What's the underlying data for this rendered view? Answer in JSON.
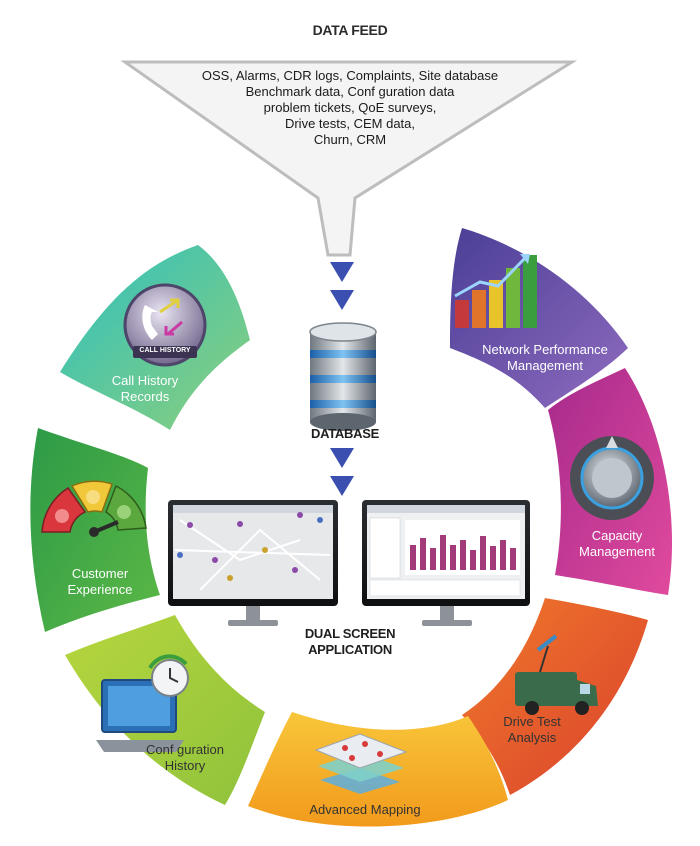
{
  "data_feed": {
    "title": "DATA FEED",
    "lines": [
      "OSS, Alarms, CDR logs, Complaints, Site database",
      "Benchmark data, Conf guration data",
      "problem tickets, QoE surveys,",
      "Drive tests, CEM data,",
      "Churn, CRM"
    ]
  },
  "database_label": "DATABASE",
  "dual_screen": {
    "line1": "DUAL SCREEN",
    "line2": "APPLICATION"
  },
  "call_history_badge": "CALL HISTORY",
  "modules": [
    {
      "id": "call-history-records",
      "line1": "Call History",
      "line2": "Records",
      "color": "#2bb5b0"
    },
    {
      "id": "network-performance",
      "line1": "Network Performance",
      "line2": "Management",
      "color": "#5a4a9e"
    },
    {
      "id": "customer-experience",
      "line1": "Customer",
      "line2": "Experience",
      "color": "#3a9e3f"
    },
    {
      "id": "capacity-management",
      "line1": "Capacity",
      "line2": "Management",
      "color": "#c1338f"
    },
    {
      "id": "configuration-history",
      "line1": "Conf guration",
      "line2": "History",
      "color": "#a9cf3d"
    },
    {
      "id": "drive-test-analysis",
      "line1": "Drive Test",
      "line2": "Analysis",
      "color": "#e4572e"
    },
    {
      "id": "advanced-mapping",
      "line1": "Advanced Mapping",
      "line2": "",
      "color": "#f3a620"
    }
  ],
  "colors": {
    "arrow": "#3a4fb0",
    "funnel_stroke": "#b8b8b8"
  }
}
